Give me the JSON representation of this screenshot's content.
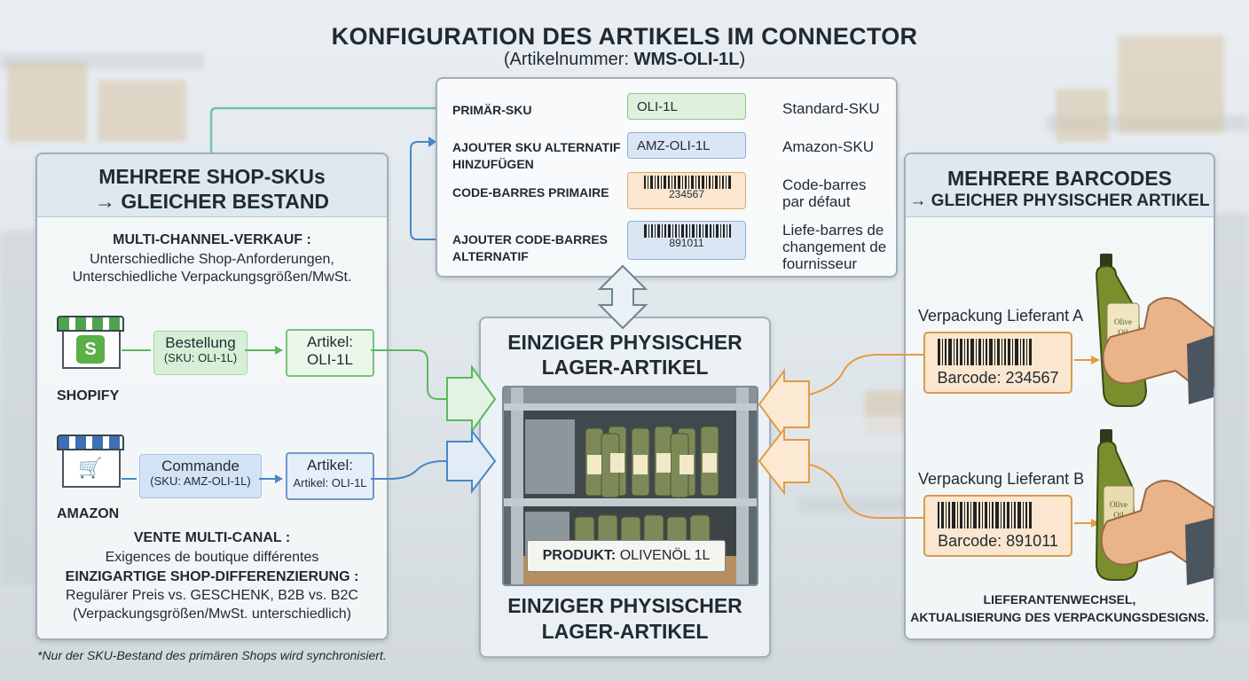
{
  "header": {
    "title": "KONFIGURATION DES ARTIKELS IM CONNECTOR",
    "subtitle_prefix": "(Artikelnummer: ",
    "subtitle_code": "WMS-OLI-1L",
    "subtitle_suffix": ")"
  },
  "config": {
    "rows": [
      {
        "label": "PRIMÄR-SKU",
        "value": "OLI-1L",
        "desc": "Standard-SKU",
        "style": "green"
      },
      {
        "label": "AJOUTER SKU ALTERNATIF HINZUFÜGEN",
        "value": "AMZ-OLI-1L",
        "desc": "Amazon-SKU",
        "style": "blue"
      },
      {
        "label": "CODE-BARRES PRIMAIRE",
        "value": "234567",
        "desc": "Code-barres par défaut",
        "style": "orange"
      },
      {
        "label": "AJOUTER CODE-BARRES ALTERNATIF",
        "value": "891011",
        "desc": "Liefe-barres de changement de fournisseur",
        "style": "blue"
      }
    ]
  },
  "left_panel": {
    "heading_line1": "MEHRERE SHOP-SKUs",
    "heading_line2": "→ GLEICHER BESTAND",
    "intro_bold": "MULTI-CHANNEL-VERKAUF :",
    "intro_line1": "Unterschiedliche Shop-Anforderungen,",
    "intro_line2": "Unterschiedliche Verpackungsgrößen/MwSt.",
    "shopify": {
      "store_label": "SHOPIFY",
      "order_title": "Bestellung",
      "order_sku": "(SKU: OLI-1L)",
      "article_title": "Artikel:",
      "article_value": "OLI-1L"
    },
    "amazon": {
      "store_label": "AMAZON",
      "order_title": "Commande",
      "order_sku": "(SKU: AMZ-OLI-1L)",
      "article_title": "Artikel:",
      "article_value": "Artikel: OLI-1L"
    },
    "vente_bold": "VENTE MULTI-CANAL :",
    "vente_text": "Exigences de boutique différentes",
    "diff_bold": "EINZIGARTIGE SHOP-DIFFERENZIERUNG :",
    "diff_line1": "Regulärer Preis vs. GESCHENK, B2B vs. B2C",
    "diff_line2": "(Verpackungsgrößen/MwSt. unterschiedlich)"
  },
  "center": {
    "heading_line1": "EINZIGER PHYSISCHER",
    "heading_line2": "LAGER-ARTIKEL",
    "product_bold": "PRODUKT:",
    "product_value": "OLIVENÖL 1L",
    "footer_line1": "EINZIGER PHYSISCHER",
    "footer_line2": "LAGER-ARTIKEL"
  },
  "right_panel": {
    "heading_line1": "MEHRERE BARCODES",
    "heading_line2": "→ GLEICHER PHYSISCHER ARTIKEL",
    "supplier_a": {
      "label": "Verpackung Lieferant A",
      "barcode": "Barcode: 234567"
    },
    "supplier_b": {
      "label": "Verpackung Lieferant B",
      "barcode": "Barcode: 891011"
    },
    "footer_line1": "LIEFERANTENWECHSEL,",
    "footer_line2": "AKTUALISIERUNG DES VERPACKUNGSDESIGNS."
  },
  "footnote": "*Nur der SKU-Bestand des primären Shops wird synchronisiert.",
  "colors": {
    "green": "#5cb85c",
    "blue": "#4a86c8",
    "orange": "#e69a45",
    "shopify_awning": "#4fa34f",
    "amazon_awning": "#3f6fb5"
  },
  "icons": [
    "shopify-store-icon",
    "amazon-store-icon",
    "shopping-cart-icon",
    "barcode-icon",
    "olive-oil-bottle-icon",
    "hand-icon"
  ]
}
